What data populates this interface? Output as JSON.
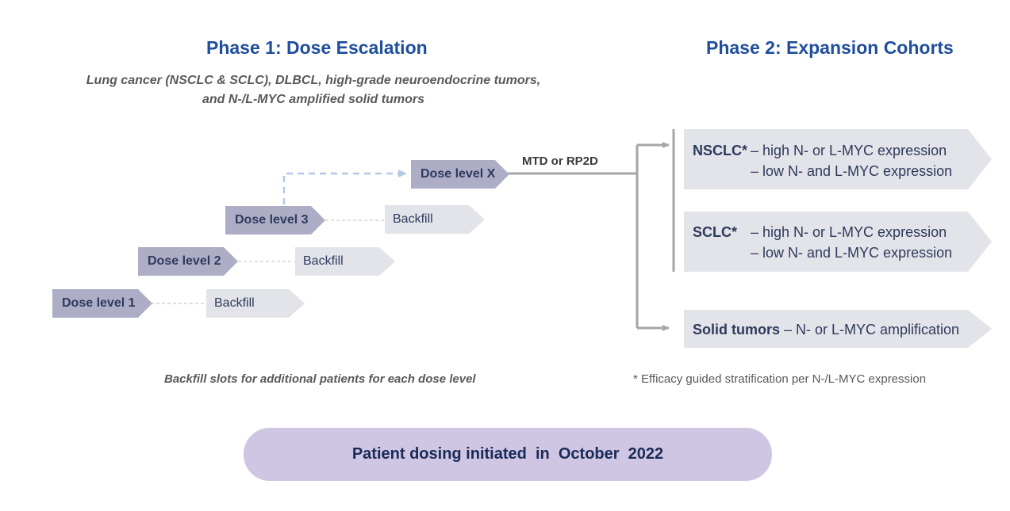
{
  "phase1": {
    "title": "Phase 1: Dose Escalation",
    "subtitle_lines": [
      "Lung cancer (NSCLC & SCLC), DLBCL, high-grade  neuroendocrine  tumors,",
      "and N-/L-MYC amplified solid tumors"
    ],
    "dose_levels": [
      {
        "label": "Dose level 1",
        "backfill": "Backfill"
      },
      {
        "label": "Dose level 2",
        "backfill": "Backfill"
      },
      {
        "label": "Dose level 3",
        "backfill": "Backfill"
      },
      {
        "label": "Dose level X"
      }
    ],
    "transition_label": "MTD or RP2D",
    "backfill_note": "Backfill slots for additional patients for each dose level"
  },
  "phase2": {
    "title": "Phase 2: Expansion Cohorts",
    "cohorts": [
      {
        "name": "NSCLC*",
        "lines": [
          "– high N- or L-MYC expression",
          "– low N- and L-MYC expression"
        ]
      },
      {
        "name": "SCLC*",
        "lines": [
          "– high N- or L-MYC expression",
          "– low N- and L-MYC expression"
        ]
      },
      {
        "name": "Solid tumors",
        "lines": [
          "– N- or L-MYC amplification"
        ]
      }
    ],
    "footnote": "* Efficacy guided stratification per N-/L-MYC expression"
  },
  "status": "Patient dosing initiated  in  October  2022",
  "colors": {
    "title_blue": "#1f4e9c",
    "dose_fill": "#adadc6",
    "backfill_fill": "#e3e3ea",
    "status_fill": "#cfc6e3",
    "connector_gray": "#a6a6a6",
    "dashed_blue": "#b4c7e7"
  }
}
